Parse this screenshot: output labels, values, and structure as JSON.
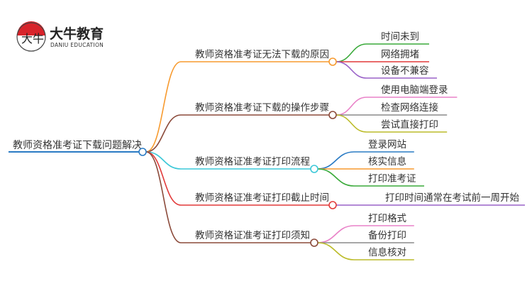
{
  "logo": {
    "name_cn": "大牛教育",
    "name_en": "DANIU EDUCATION",
    "mark": "大牛"
  },
  "root": {
    "label": "教师资格准考证下载问题解决",
    "color": "#2a7bc4"
  },
  "branches": [
    {
      "label": "教师资格准考证无法下载的原因",
      "color": "#f79a2e",
      "leaves": [
        {
          "label": "时间未到",
          "color": "#3aaa3a"
        },
        {
          "label": "网络拥堵",
          "color": "#e23a3a"
        },
        {
          "label": "设备不兼容",
          "color": "#9a62c8"
        }
      ]
    },
    {
      "label": "教师资格准考证下载的操作步骤",
      "color": "#8b4a3a",
      "leaves": [
        {
          "label": "使用电脑端登录",
          "color": "#e982c8"
        },
        {
          "label": "检查网络连接",
          "color": "#8a8a8a"
        },
        {
          "label": "尝试直接打印",
          "color": "#bcbc2a"
        }
      ]
    },
    {
      "label": "教师资格证准考证打印流程",
      "color": "#3cc8d8",
      "leaves": [
        {
          "label": "登录网站",
          "color": "#2a7bc4"
        },
        {
          "label": "核实信息",
          "color": "#f79a2e"
        },
        {
          "label": "打印准考证",
          "color": "#3aaa3a"
        }
      ]
    },
    {
      "label": "教师资格证准考证打印截止时间",
      "color": "#e23a3a",
      "leaves": [
        {
          "label": "打印时间通常在考试前一周开始",
          "color": "#9a62c8"
        }
      ]
    },
    {
      "label": "教师资格证准考证打印须知",
      "color": "#8b4a3a",
      "leaves": [
        {
          "label": "打印格式",
          "color": "#e982c8"
        },
        {
          "label": "备份打印",
          "color": "#8a8a8a"
        },
        {
          "label": "信息核对",
          "color": "#bcbc2a"
        }
      ]
    }
  ]
}
